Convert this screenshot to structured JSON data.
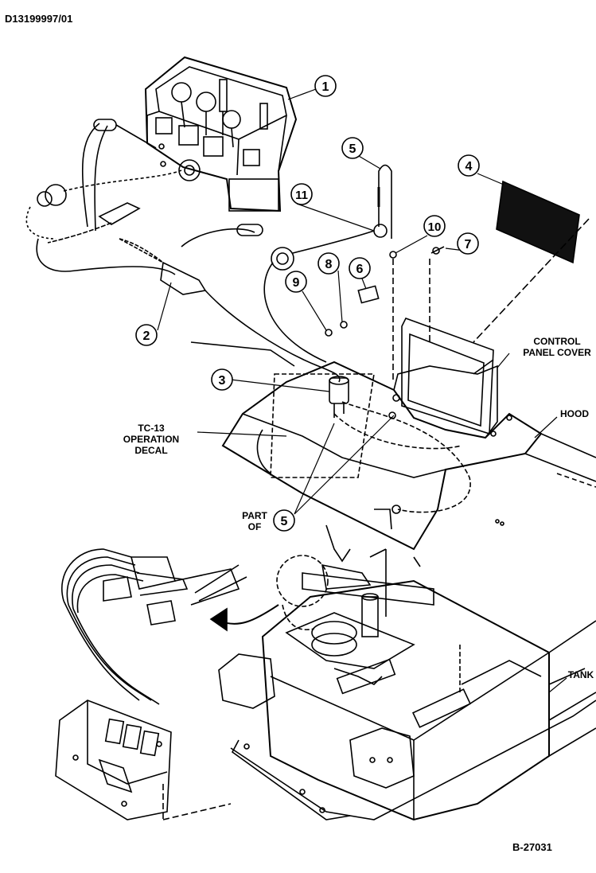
{
  "document_id": "D13199997/01",
  "figure_id": "B-27031",
  "callouts": [
    "1",
    "2",
    "3",
    "4",
    "5",
    "5",
    "6",
    "7",
    "8",
    "9",
    "10",
    "11"
  ],
  "labels": {
    "control_panel_cover": [
      "CONTROL",
      "PANEL COVER"
    ],
    "hood": "HOOD",
    "tc13_decal": [
      "TC-13",
      "OPERATION",
      "DECAL"
    ],
    "part_of": [
      "PART",
      "OF"
    ],
    "tank": "TANK"
  }
}
